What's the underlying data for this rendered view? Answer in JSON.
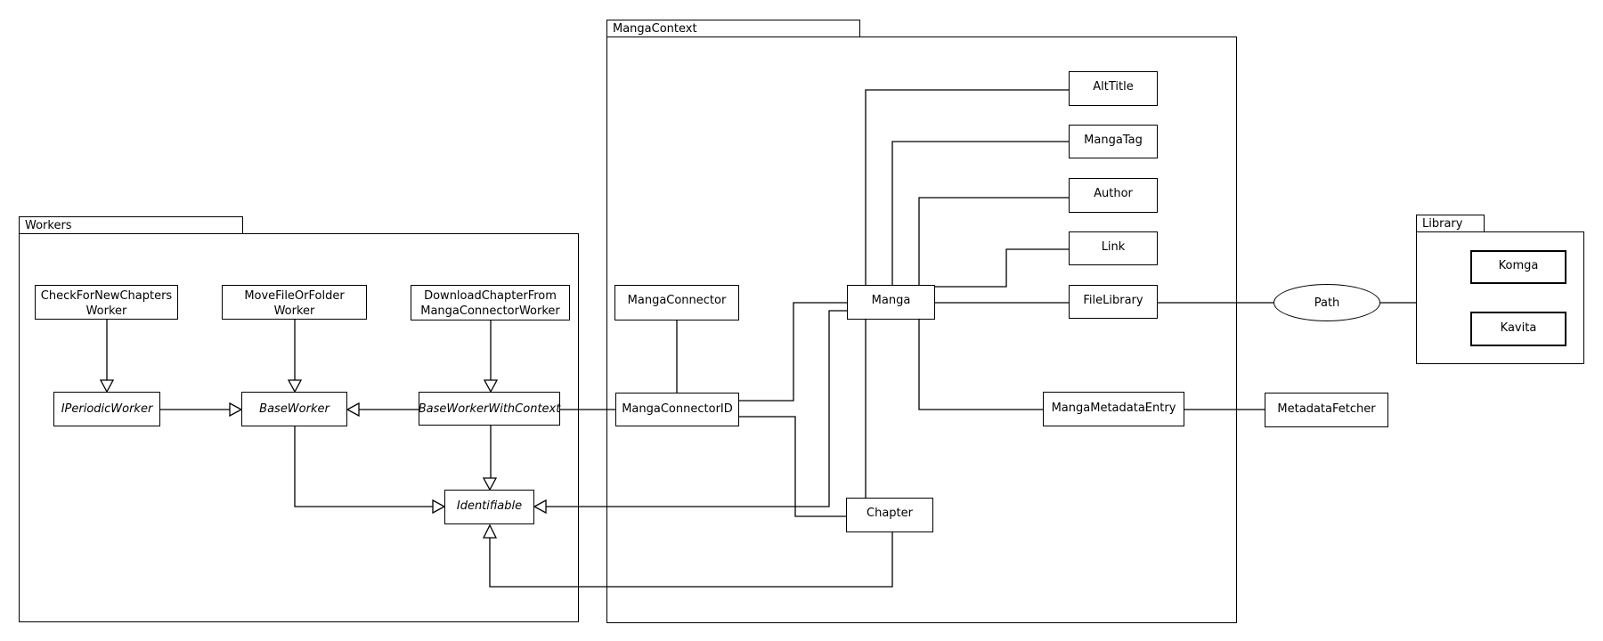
{
  "diagram": {
    "packages": {
      "workers": {
        "label": "Workers"
      },
      "manga_context": {
        "label": "MangaContext"
      },
      "library": {
        "label": "Library"
      }
    },
    "nodes": {
      "check_for_new_chapters_worker": {
        "lines": [
          "CheckForNewChapters",
          "Worker"
        ]
      },
      "move_file_or_folder_worker": {
        "lines": [
          "MoveFileOrFolder",
          "Worker"
        ]
      },
      "download_chapter_from_manga_connector_worker": {
        "lines": [
          "DownloadChapterFrom",
          "MangaConnectorWorker"
        ]
      },
      "i_periodic_worker": {
        "lines": [
          "IPeriodicWorker"
        ]
      },
      "base_worker": {
        "lines": [
          "BaseWorker"
        ]
      },
      "base_worker_with_context": {
        "lines": [
          "BaseWorkerWithContext"
        ]
      },
      "identifiable": {
        "lines": [
          "Identifiable"
        ]
      },
      "manga_connector": {
        "lines": [
          "MangaConnector"
        ]
      },
      "manga_connector_id": {
        "lines": [
          "MangaConnectorID"
        ]
      },
      "manga": {
        "lines": [
          "Manga"
        ]
      },
      "chapter": {
        "lines": [
          "Chapter"
        ]
      },
      "alt_title": {
        "lines": [
          "AltTitle"
        ]
      },
      "manga_tag": {
        "lines": [
          "MangaTag"
        ]
      },
      "author": {
        "lines": [
          "Author"
        ]
      },
      "link": {
        "lines": [
          "Link"
        ]
      },
      "file_library": {
        "lines": [
          "FileLibrary"
        ]
      },
      "manga_metadata_entry": {
        "lines": [
          "MangaMetadataEntry"
        ]
      },
      "metadata_fetcher": {
        "lines": [
          "MetadataFetcher"
        ]
      },
      "komga": {
        "lines": [
          "Komga"
        ]
      },
      "kavita": {
        "lines": [
          "Kavita"
        ]
      },
      "path": {
        "lines": [
          "Path"
        ]
      }
    },
    "colors": {
      "stroke": "#000000",
      "background": "#ffffff"
    }
  }
}
